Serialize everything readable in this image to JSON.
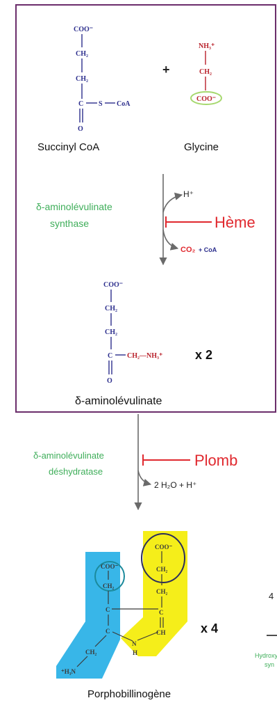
{
  "colors": {
    "frame": "#6b2d6b",
    "chem_blue": "#2b2d8c",
    "chem_red": "#b8202a",
    "enzyme_green": "#3fae5a",
    "inhibitor_red": "#e0282e",
    "highlight_blue": "#38b6e8",
    "highlight_yellow": "#f5ee1a",
    "oval_green": "#a6d86e"
  },
  "succinyl": {
    "coo": "COO⁻",
    "ch2_top": "CH₂",
    "ch2_bottom": "CH₂",
    "c": "C",
    "s": "S",
    "coa": "CoA",
    "o": "O",
    "name": "Succinyl CoA"
  },
  "plus": "+",
  "glycine": {
    "nh3": "NH₃⁺",
    "ch2": "CH₂",
    "coo": "COO⁻",
    "name": "Glycine"
  },
  "step1": {
    "enzyme_line1": "δ-aminolévulinate",
    "enzyme_line2": "synthase",
    "h_plus": "H⁺",
    "co2": "CO₂",
    "plus_coa": "+ CoA",
    "inhibitor": "Hème"
  },
  "ala": {
    "coo": "COO⁻",
    "ch2_a": "CH₂",
    "ch2_b": "CH₂",
    "c": "C",
    "chain": "CH₂—NH₃⁺",
    "o": "O",
    "multiplier": "x 2",
    "name": "δ-aminolévulinate"
  },
  "step2": {
    "enzyme_line1": "δ-aminolévulinate",
    "enzyme_line2": "déshydratase",
    "products": "2 H₂O + H⁺",
    "inhibitor": "Plomb"
  },
  "pbg": {
    "coo_left": "COO⁻",
    "ch2_left": "CH₂",
    "coo_right": "COO⁻",
    "ch2_right_a": "CH₂",
    "ch2_right_b": "CH₂",
    "c_a": "C",
    "c_b": "C",
    "c_right": "C",
    "ch": "CH",
    "ch2_amine": "CH₂",
    "n": "N",
    "h": "H",
    "h2n": "⁺H₃N",
    "multiplier": "x 4",
    "name": "Porphobillinogène"
  },
  "edge": {
    "number": "4",
    "enzyme_line1": "Hydroxy",
    "enzyme_line2": "syn"
  }
}
